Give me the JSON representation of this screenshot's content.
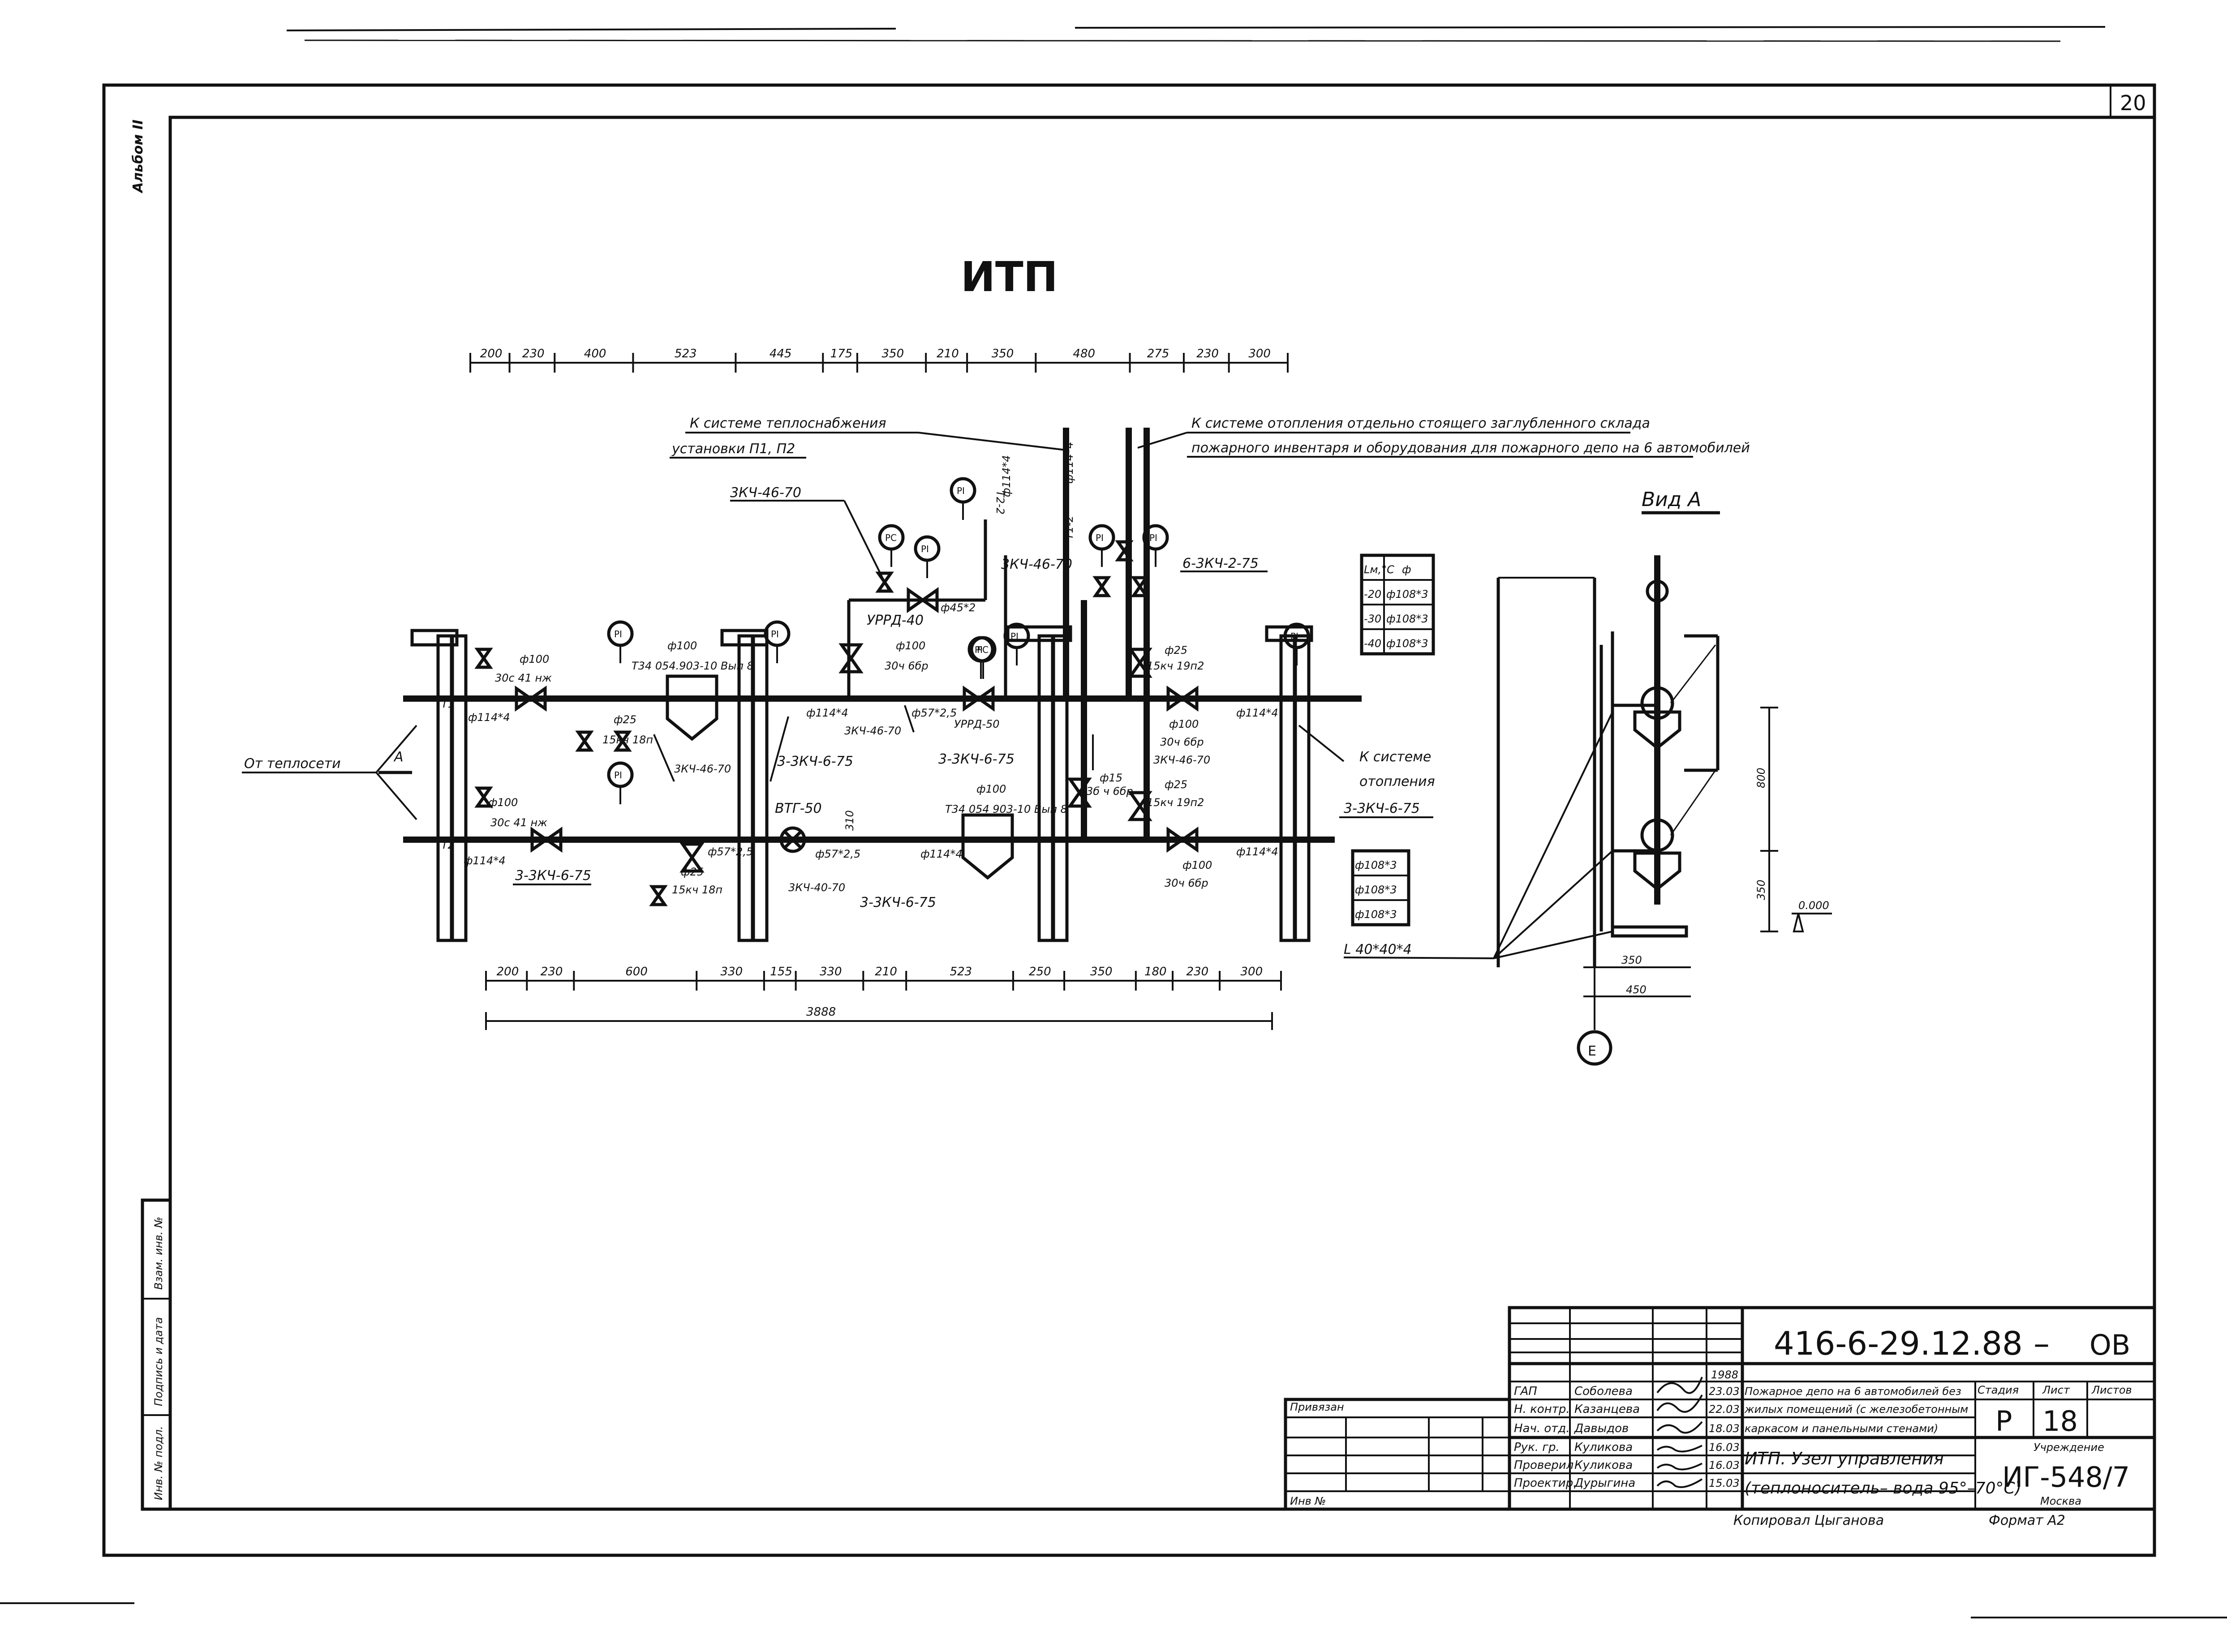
{
  "sheet": {
    "page_number": "20",
    "album_label": "Альбом II",
    "title": "ИТП",
    "view_title": "Вид А",
    "format": "Формат А2",
    "copied_by": "Копировал Цыганова"
  },
  "top_dimensions": [
    "200",
    "230",
    "400",
    "523",
    "445",
    "175",
    "350",
    "210",
    "350",
    "480",
    "275",
    "230",
    "300"
  ],
  "bottom_dimensions": [
    "200",
    "230",
    "600",
    "330",
    "155",
    "330",
    "210",
    "523",
    "250",
    "350",
    "180",
    "230",
    "300"
  ],
  "bottom_total": "3888",
  "notes": {
    "heat_supply_1": "К системе теплоснабжения",
    "heat_supply_2": "установки П1, П2",
    "heating_fire_1": "К системе отопления отдельно стоящего заглубленного склада",
    "heating_fire_2": "пожарного инвентаря и оборудования для пожарного депо на 6 автомобилей",
    "from_network": "От теплосети",
    "view_marker": "А",
    "to_heating_1": "К системе",
    "to_heating_2": "отопления",
    "to_heating_3": "3-3КЧ-6-75"
  },
  "components": {
    "v_3kch46_top": "3КЧ-46-70",
    "urrd40": "УРРД-40",
    "d45": "ф45*2",
    "v_3kch46_mid": "3КЧ-46-70",
    "t2_2": "Т2-2",
    "d114_v1": "ф114*4",
    "t1_2": "Т1-2",
    "d114_v2": "ф114*4",
    "v_6_3kch": "6-3КЧ-2-75",
    "d100_1": "ф100",
    "v_30c41": "30с 41 нж",
    "d114_t1": "ф114*4",
    "d100_2": "ф100",
    "mud_t1": "Т34 054.903-10 Вып 8",
    "d25_1": "ф25",
    "v_15kch18": "15кч 18п",
    "d100_3": "ф100",
    "v_30ch6br": "30ч 6бр",
    "d114_a": "ф114*4",
    "d57_a": "ф57*2,5",
    "v_3kch46_b": "3КЧ-46-70",
    "urrd50": "УРРД-50",
    "v_3kch46_c": "3КЧ-46-70",
    "v_3_3kch6_a": "3-3КЧ-6-75",
    "v_3_3kch6_b": "3-3КЧ-6-75",
    "d25_2": "ф25",
    "v_15kch19p_a": "15кч 19п2",
    "d100_4": "ф100",
    "v_30ch6br_b": "30ч 6бр",
    "v_3kch46_d": "3КЧ-46-70",
    "d25_3": "ф25",
    "v_15kch19p_b": "15кч 19п2",
    "d114_b": "ф114*4",
    "d15": "ф15",
    "v_3_8ch6br": "3б ч 6бр",
    "d100_t2": "ф100",
    "v_30c41_b": "30с 41 нж",
    "d114_t2": "ф114*4",
    "v_3_3kch6_c": "3-3КЧ-6-75",
    "d57_b": "ф57*2,5",
    "d25_4": "ф25",
    "v_15kch18_b": "15кч 18п",
    "vtg50": "ВТГ-50",
    "d57_c": "ф57*2,5",
    "d114_c": "ф114*4",
    "v_3kch40": "3КЧ-40-70",
    "v_3_3kch6_d": "3-3КЧ-6-75",
    "d100_5": "ф100",
    "mud_t2": "Т34 054 903-10 Вып 8",
    "d100_6": "ф100",
    "v_30ch6br_c": "30ч 6бр",
    "d114_d": "ф114*4",
    "h310": "310",
    "t1": "Т1",
    "t2": "Т2"
  },
  "gauges": [
    "PI",
    "PI",
    "PI",
    "PC",
    "PI",
    "PI",
    "PI",
    "PC",
    "PI",
    "PI",
    "PI",
    "PI"
  ],
  "pipe_table": {
    "header": [
      "Lм,°С",
      "ф"
    ],
    "rows": [
      [
        "-20",
        "ф108*3"
      ],
      [
        "-30",
        "ф108*3"
      ],
      [
        "-40",
        "ф108*3"
      ]
    ]
  },
  "right_pipes": [
    "ф108*3",
    "ф108*3",
    "ф108*3"
  ],
  "view_a": {
    "dim_800": "800",
    "dim_350": "350",
    "level": "0.000",
    "angle": "L 40*40*4",
    "dim_350b": "350",
    "dim_450": "450",
    "axis": "Е"
  },
  "title_block": {
    "code": "416-6-29.12.88",
    "dash": "–",
    "section": "ОВ",
    "date_top": "1988",
    "attached": "Привязан",
    "inv": "Инв №",
    "left_labels": [
      "Инв. № подл.",
      "Подпись и дата",
      "Взам. инв. №"
    ],
    "roles": [
      "ГАП",
      "Н. контр.",
      "Нач. отд.",
      "Рук. гр.",
      "Проверил",
      "Проектир."
    ],
    "names": [
      "Соболева",
      "Казанцева",
      "Давыдов",
      "Куликова",
      "Куликова",
      "Дурыгина"
    ],
    "dates": [
      "23.03",
      "22.03",
      "18.03",
      "16.03",
      "16.03",
      "15.03"
    ],
    "description_1": "Пожарное депо на 6 автомобилей без",
    "description_2": "жилых помещений (с железобетонным",
    "description_3": "каркасом и панельными стенами)",
    "sheet_title_1": "ИТП. Узел управления",
    "sheet_title_2": "(теплоноситель– вода 95°–70°С)",
    "stage_label": "Стадия",
    "sheet_label": "Лист",
    "sheets_label": "Листов",
    "stage": "Р",
    "sheet_no": "18",
    "org_label": "Учреждение",
    "org": "ИГ-548/7",
    "city": "Москва"
  }
}
